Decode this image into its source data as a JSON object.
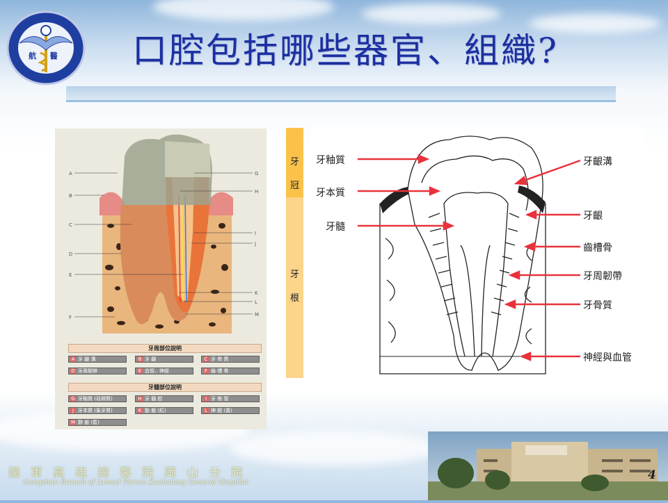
{
  "slide": {
    "title": "口腔包括哪些器官、組織?",
    "page_number": "4",
    "colors": {
      "title": "#1c2fa0",
      "crown": "#fbc24a",
      "root": "#fcd48a",
      "arrow": "#e8323c"
    }
  },
  "logo": {
    "center_text": "航 醫",
    "ring_text": "國軍高雄總醫院岡山分院"
  },
  "footer": {
    "chinese": "國軍高雄總醫院岡山分院",
    "english": "Gangshan Branch of Armed Forces Kaohsiung General Hospital"
  },
  "left_figure": {
    "markers_left": [
      "A",
      "B",
      "C",
      "D",
      "E",
      "F"
    ],
    "markers_right": [
      "G",
      "H",
      "I",
      "J",
      "K",
      "L",
      "M"
    ],
    "legend1": {
      "title": "牙周部位說明",
      "items": [
        {
          "key": "A",
          "label": "牙 齦 溝"
        },
        {
          "key": "B",
          "label": "牙 齦"
        },
        {
          "key": "C",
          "label": "牙 骨 質"
        },
        {
          "key": "D",
          "label": "牙周韌帶"
        },
        {
          "key": "E",
          "label": "血管、神經"
        },
        {
          "key": "F",
          "label": "齒 槽 骨"
        }
      ]
    },
    "legend2": {
      "title": "牙髓部位說明",
      "items": [
        {
          "key": "G",
          "label": "牙釉質 (琺瑯質)"
        },
        {
          "key": "H",
          "label": "牙 髓 腔"
        },
        {
          "key": "I",
          "label": "牙 根 管"
        },
        {
          "key": "J",
          "label": "牙本質 (象牙質)"
        },
        {
          "key": "K",
          "label": "動 脈 (紅)"
        },
        {
          "key": "L",
          "label": "神 經 (黃)"
        },
        {
          "key": "M",
          "label": "靜 脈 (藍)"
        }
      ]
    }
  },
  "crown_root_bar": {
    "crown": [
      "牙",
      "冠"
    ],
    "root": [
      "牙",
      "根"
    ]
  },
  "right_figure": {
    "left_labels": [
      "牙釉質",
      "牙本質",
      "牙髓"
    ],
    "right_labels": [
      "牙齦溝",
      "牙齦",
      "齒槽骨",
      "牙周韌帶",
      "牙骨質",
      "神經與血管"
    ]
  }
}
